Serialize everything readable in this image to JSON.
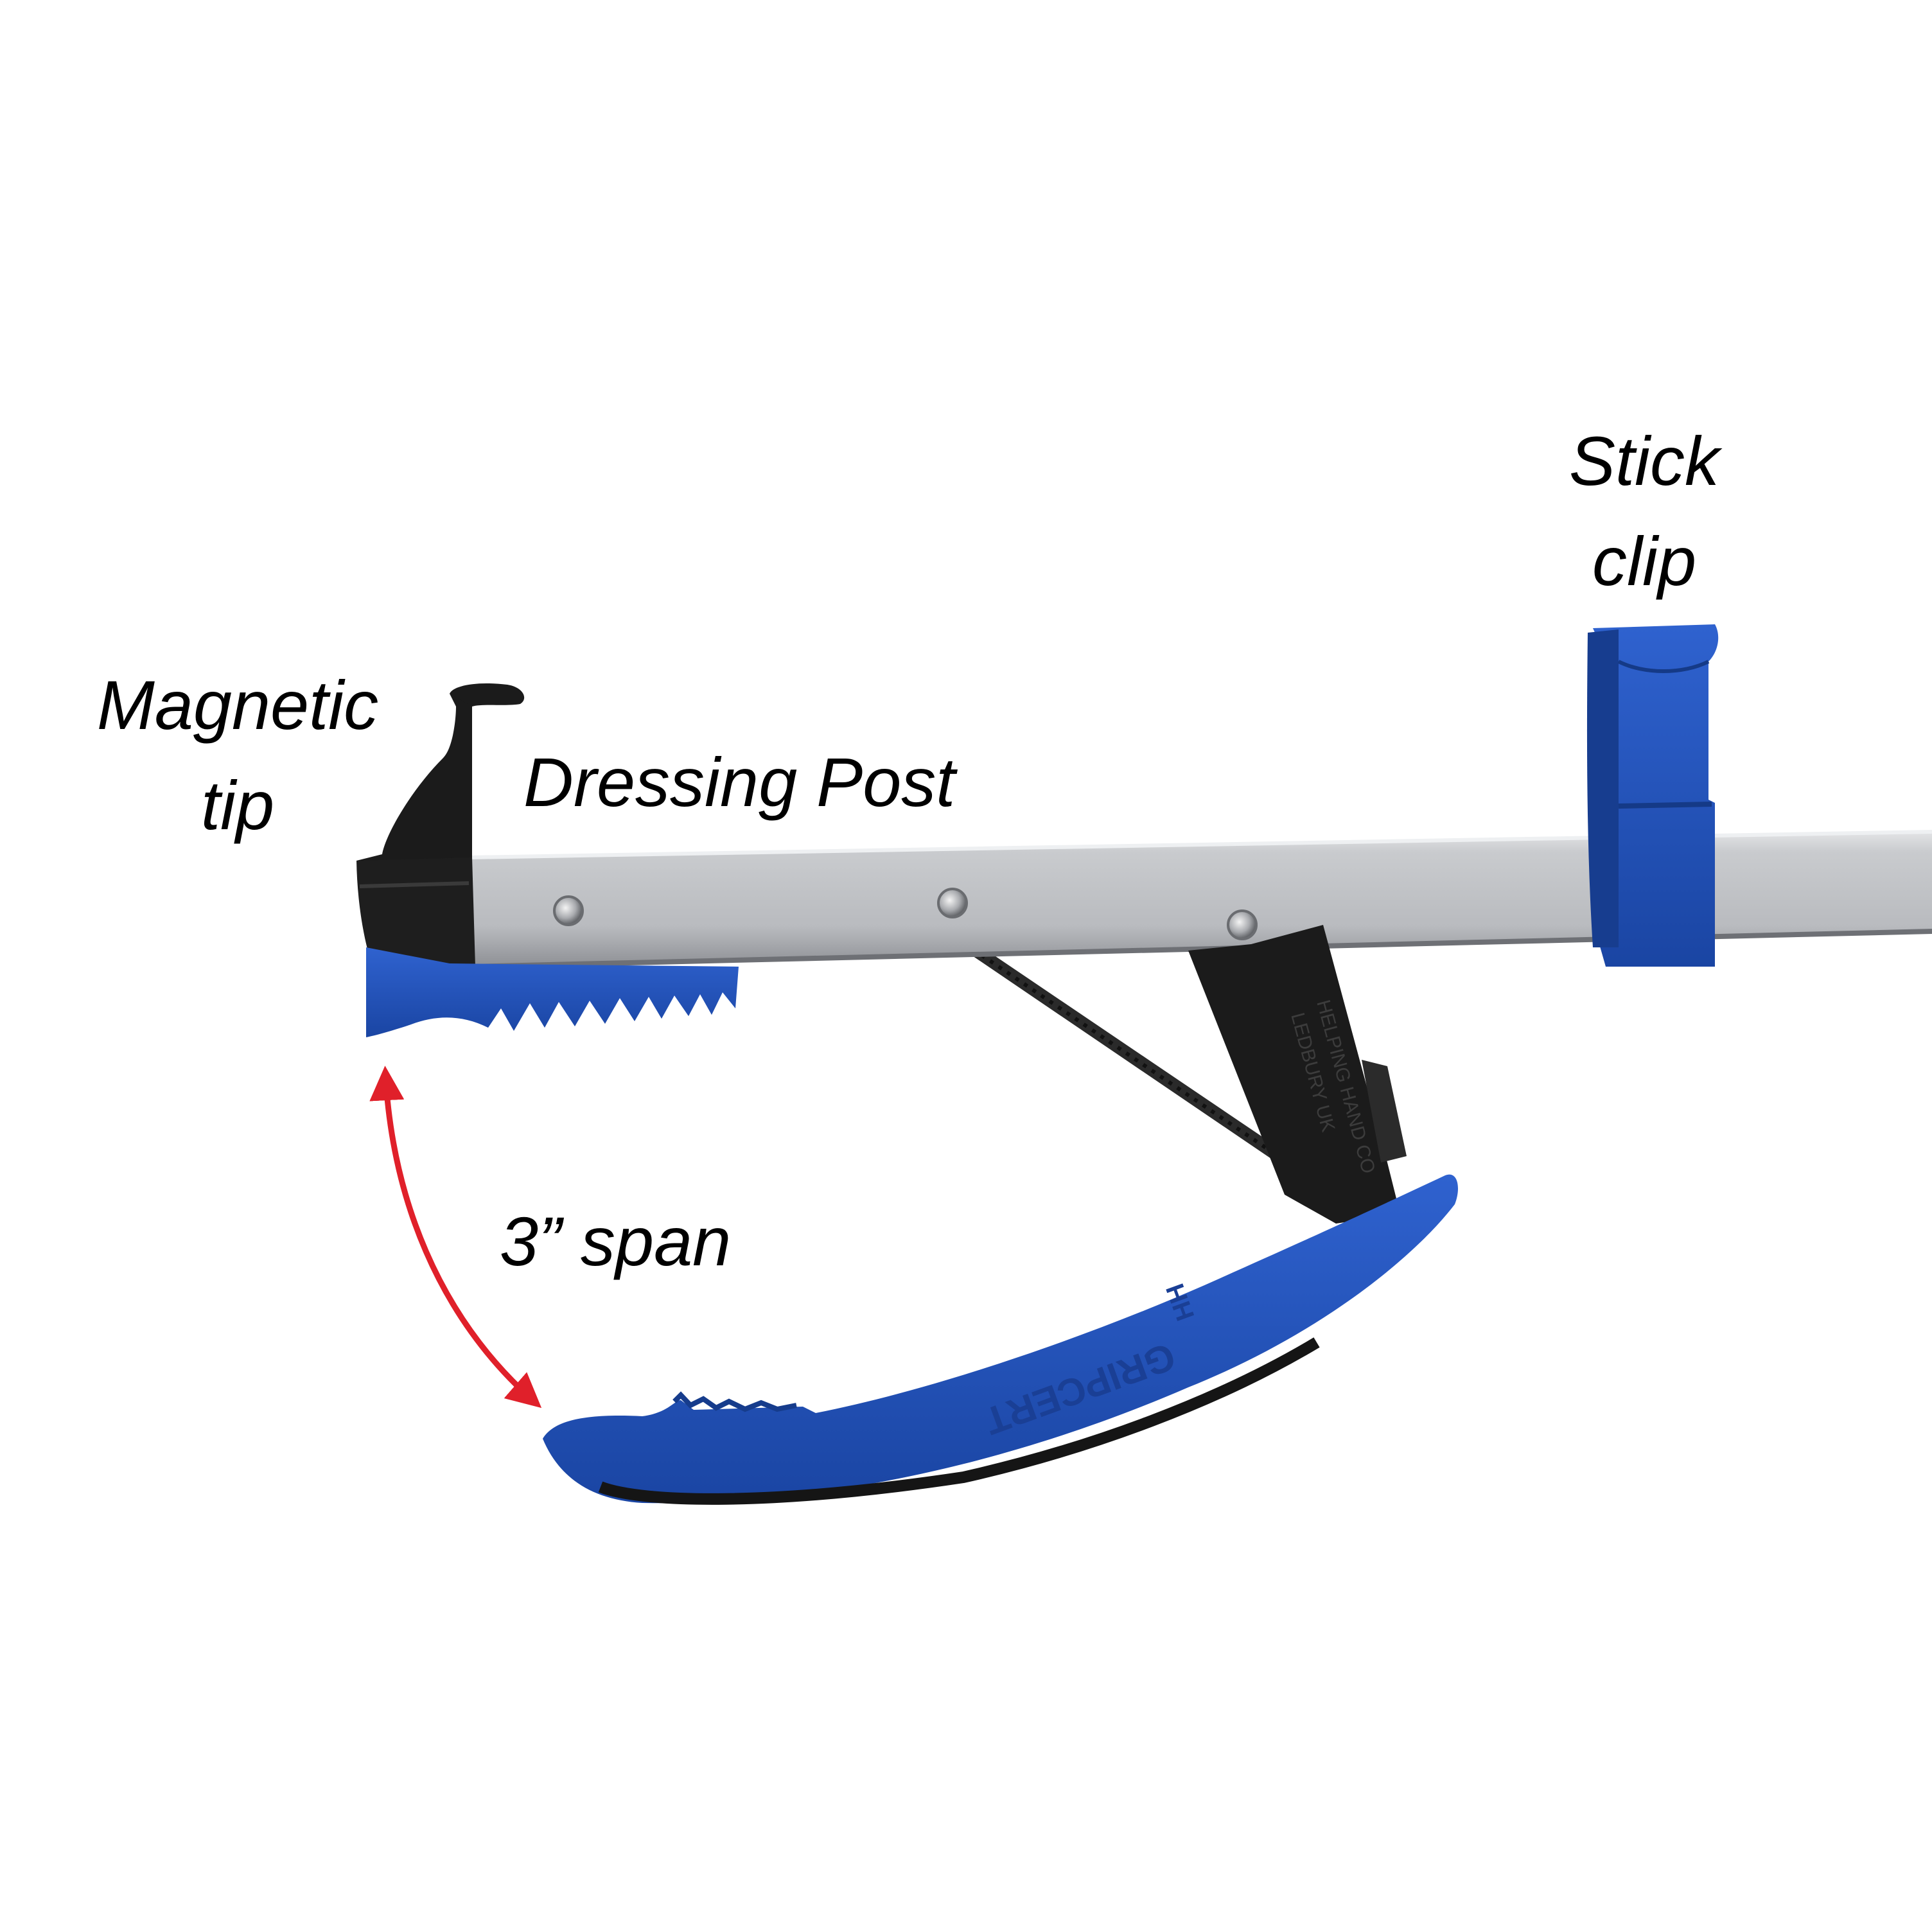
{
  "labels": {
    "magnetic_tip": [
      "Magnetic",
      "tip"
    ],
    "dressing_post": "Dressing Post",
    "stick_clip": [
      "Stick",
      "clip"
    ],
    "span": "3” span"
  },
  "embossed_text": {
    "jaw_brand": "GRIPCERT",
    "jaw_mark": "HH",
    "trigger_maker": "HELPING HAND CO",
    "trigger_location": "LEDBURY UK"
  },
  "colors": {
    "background": "#ffffff",
    "text": "#000000",
    "blue": "#1f4fb3",
    "blue_dark": "#173d8f",
    "black_plastic": "#1b1b1b",
    "aluminium": "#c8cacd",
    "arrow": "#e0202a"
  }
}
